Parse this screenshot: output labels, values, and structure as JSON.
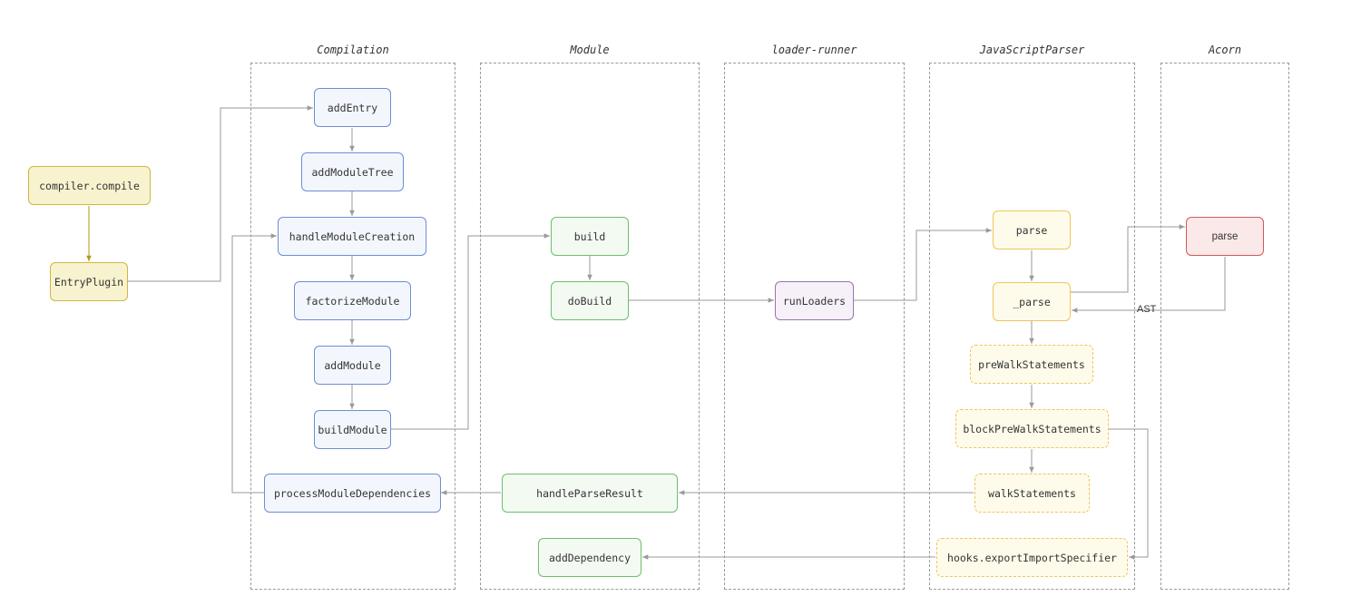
{
  "lanes": {
    "compilation": "Compilation",
    "module": "Module",
    "loader_runner": "loader-runner",
    "javascript_parser": "JavaScriptParser",
    "acorn": "Acorn"
  },
  "nodes": {
    "compiler_compile": "compiler.compile",
    "entry_plugin": "EntryPlugin",
    "add_entry": "addEntry",
    "add_module_tree": "addModuleTree",
    "handle_module_creation": "handleModuleCreation",
    "factorize_module": "factorizeModule",
    "add_module": "addModule",
    "build_module": "buildModule",
    "process_module_dependencies": "processModuleDependencies",
    "build": "build",
    "do_build": "doBuild",
    "handle_parse_result": "handleParseResult",
    "add_dependency": "addDependency",
    "run_loaders": "runLoaders",
    "parser_parse": "parse",
    "underscore_parse": "_parse",
    "pre_walk_statements": "preWalkStatements",
    "block_pre_walk_statements": "blockPreWalkStatements",
    "walk_statements": "walkStatements",
    "hooks_export_import_specifier": "hooks.exportImportSpecifier",
    "acorn_parse": "parse"
  },
  "edge_labels": {
    "ast": "AST"
  },
  "colors": {
    "arrow": "#9a9a9a",
    "arrow_gold": "#b8960f",
    "compilation": "#6c8ed4",
    "entry": "#d1b640",
    "module": "#6fbf6a",
    "loader_runner": "#9a75ae",
    "parser": "#edc65a",
    "acorn": "#d05a5a"
  }
}
